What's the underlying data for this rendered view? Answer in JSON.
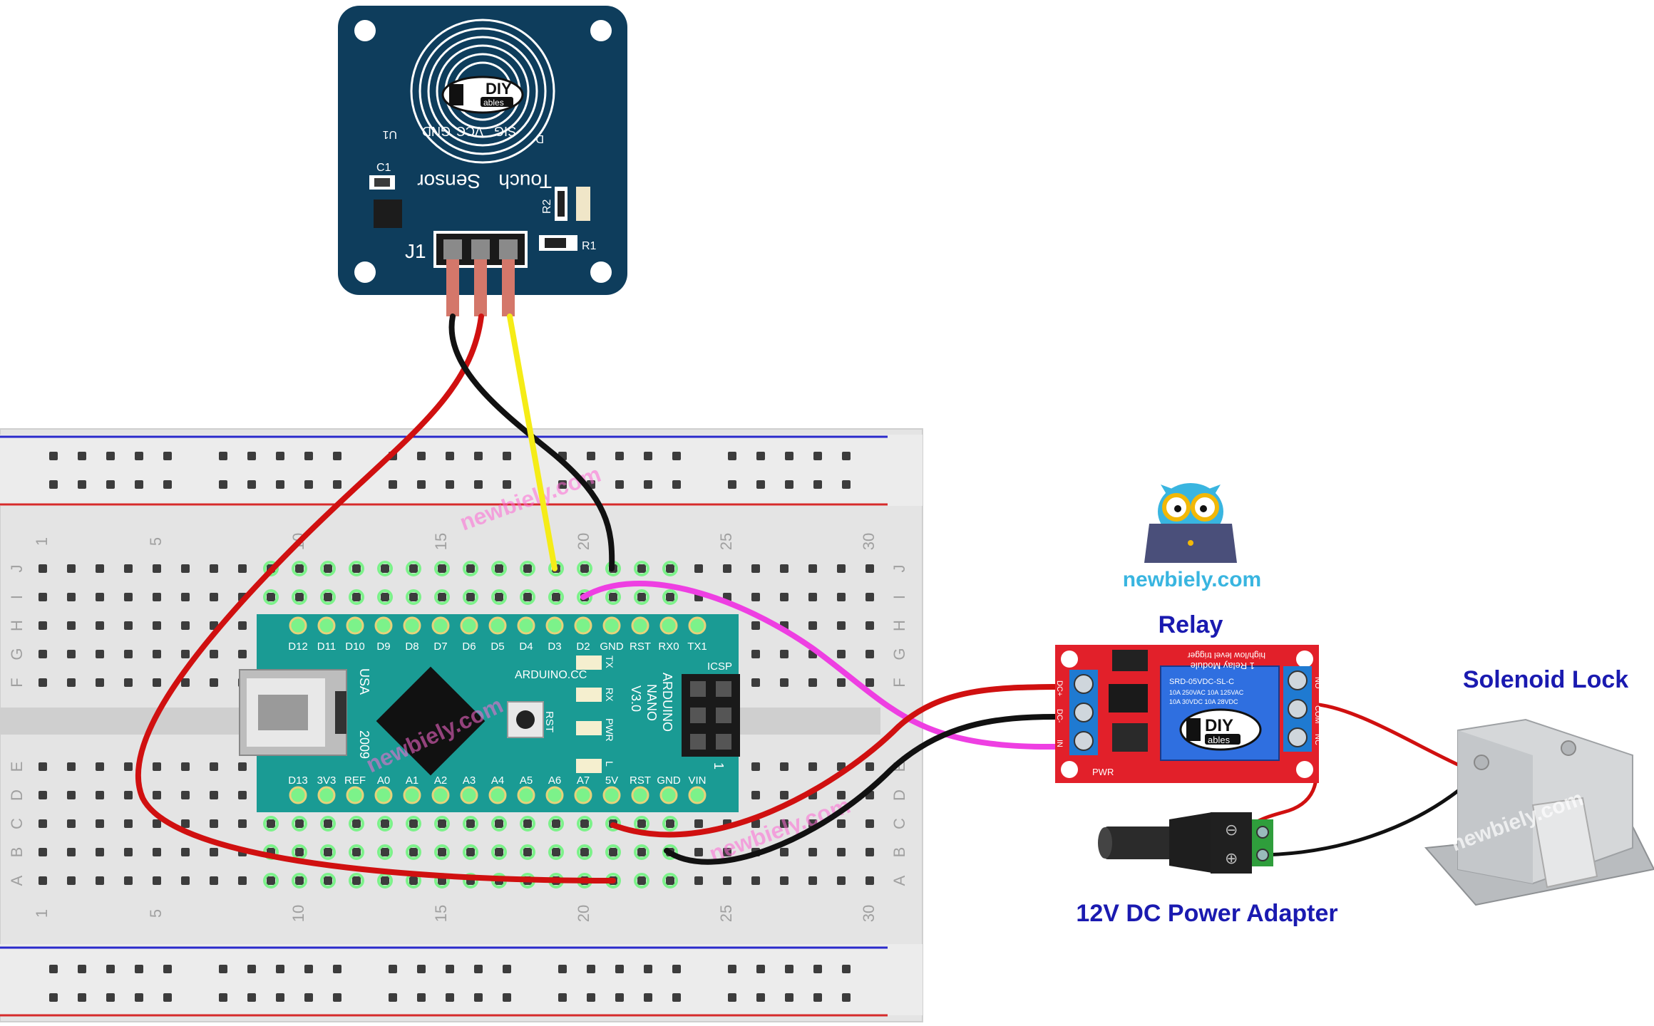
{
  "labels": {
    "relay": "Relay",
    "solenoid": "Solenoid Lock",
    "adapter": "12V DC Power Adapter",
    "brand": "newbiely.com"
  },
  "watermark": "newbiely.com",
  "touch_sensor": {
    "title_line1": "Touch",
    "title_line2": "Sensor",
    "pins": [
      "GND",
      "VCC",
      "SIG"
    ],
    "header": "J1",
    "parts": [
      "C1",
      "U1",
      "R2",
      "D",
      "R1"
    ],
    "logo_top": "DIY",
    "logo_bottom": "ables"
  },
  "arduino": {
    "top_pins": [
      "D12",
      "D11",
      "D10",
      "D9",
      "D8",
      "D7",
      "D6",
      "D5",
      "D4",
      "D3",
      "D2",
      "GND",
      "RST",
      "RX0",
      "TX1"
    ],
    "bottom_pins": [
      "D13",
      "3V3",
      "REF",
      "A0",
      "A1",
      "A2",
      "A3",
      "A4",
      "A5",
      "A6",
      "A7",
      "5V",
      "RST",
      "GND",
      "VIN"
    ],
    "brand": "ARDUINO.CC",
    "model": [
      "ARDUINO",
      "NANO",
      "V3.0"
    ],
    "leds": [
      "TX",
      "RX",
      "PWR",
      "L"
    ],
    "rst": "RST",
    "icsp": "ICSP",
    "icsp_pin": "1",
    "usa": "USA",
    "year": "2009"
  },
  "breadboard": {
    "col_numbers": [
      "1",
      "5",
      "10",
      "15",
      "20",
      "25",
      "30"
    ],
    "rows_top": [
      "J",
      "I",
      "H",
      "G",
      "F"
    ],
    "rows_bottom": [
      "E",
      "D",
      "C",
      "B",
      "A"
    ]
  },
  "relay_module": {
    "title": "1 Relay Module",
    "subtitle": "high/low level trigger",
    "pins_left": [
      "DC+",
      "DC-",
      "IN"
    ],
    "pins_right": [
      "NO",
      "COM",
      "NC"
    ],
    "logo_top": "DIY",
    "logo_bottom": "ables",
    "pwr": "PWR",
    "relay_text": [
      "SRD-05VDC-SL-C",
      "10A 250VAC 10A 125VAC",
      "10A 30VDC 10A 28VDC"
    ]
  },
  "dc_jack": {
    "minus": "⊖",
    "plus": "⊕"
  },
  "colors": {
    "pcb_blue": "#0e3d5c",
    "arduino_teal": "#1a9b94",
    "relay_red": "#e2202a",
    "label_blue": "#1a1ab0",
    "wire_red": "#d01010",
    "wire_black": "#111111",
    "wire_yellow": "#f5ec17",
    "wire_magenta": "#ee3fe2"
  }
}
